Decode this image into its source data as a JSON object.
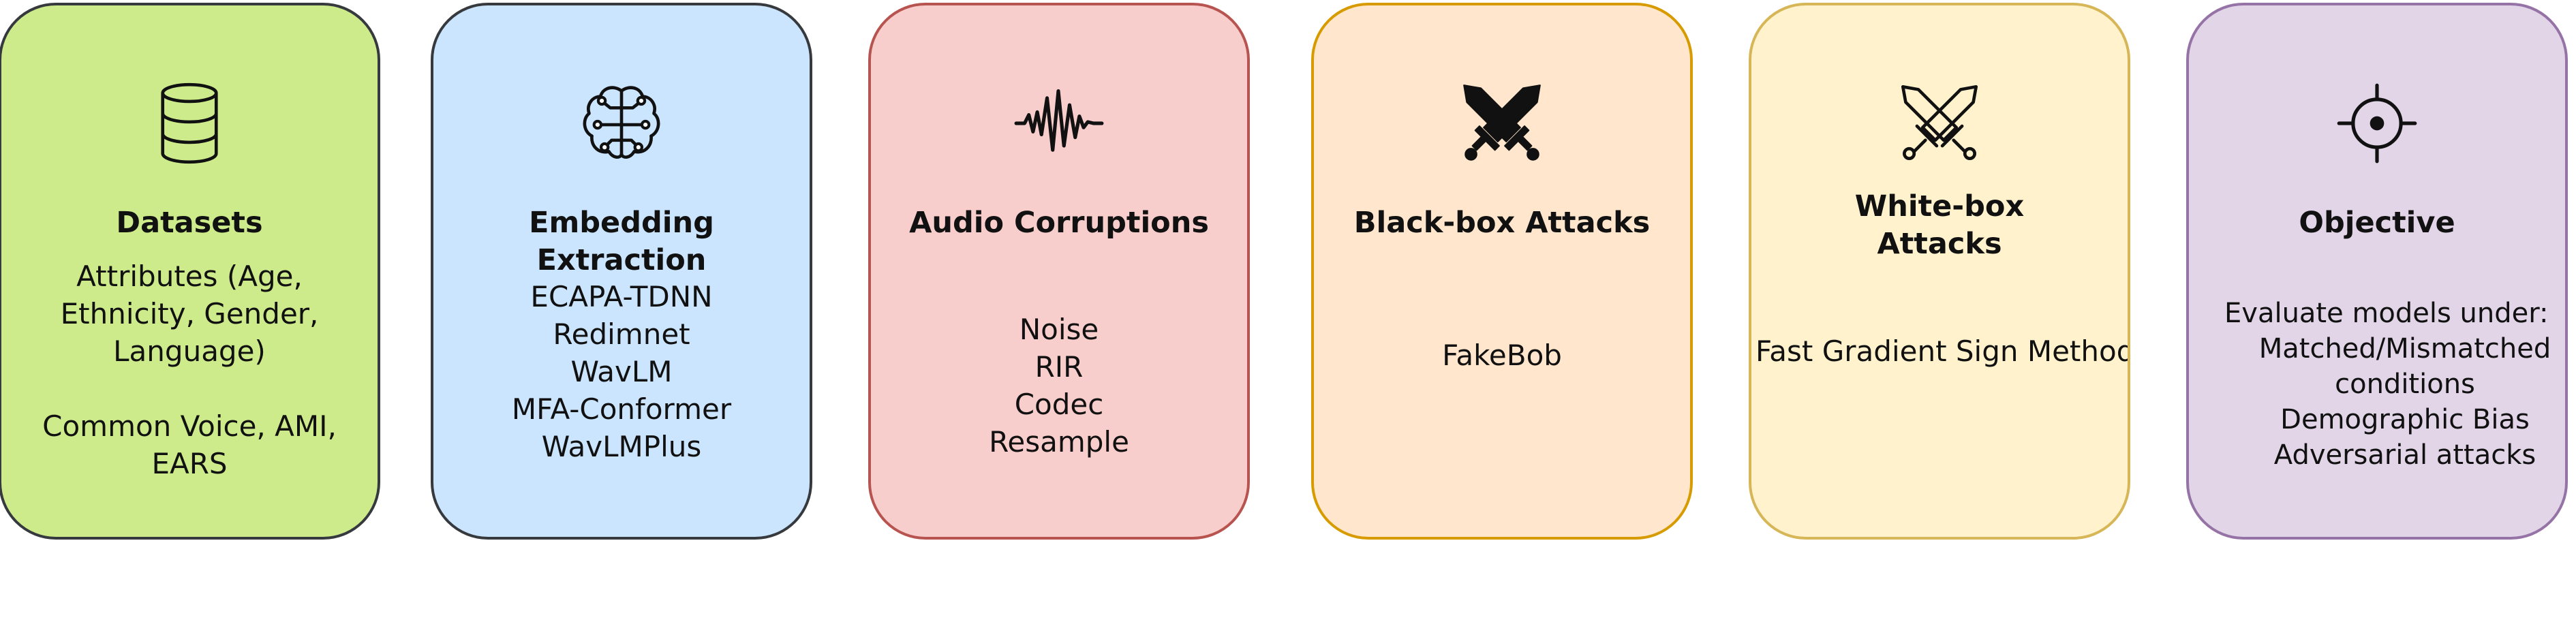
{
  "cards": [
    {
      "id": "datasets",
      "icon": "database-icon",
      "fill": "#cdeb8b",
      "stroke": "#36393d",
      "title": "Datasets",
      "attributes_lines": [
        "Attributes (Age,",
        "Ethnicity, Gender,",
        "Language)"
      ],
      "sources_lines": [
        "Common Voice, AMI,",
        "EARS"
      ]
    },
    {
      "id": "embedding",
      "icon": "brain-icon",
      "fill": "#cce5ff",
      "stroke": "#36393d",
      "title": "Embedding Extraction",
      "items": [
        "ECAPA-TDNN",
        "Redimnet",
        "WavLM",
        "MFA-Conformer",
        "WavLMPlus"
      ]
    },
    {
      "id": "corruptions",
      "icon": "waveform-icon",
      "fill": "#f8cecc",
      "stroke": "#b85450",
      "title": "Audio Corruptions",
      "items": [
        "Noise",
        "RIR",
        "Codec",
        "Resample"
      ]
    },
    {
      "id": "blackbox",
      "icon": "crossed-swords-icon",
      "fill": "#ffe6cc",
      "stroke": "#d79b00",
      "title": "Black-box Attacks",
      "items": [
        "FakeBob"
      ]
    },
    {
      "id": "whitebox",
      "icon": "crossed-swords-outline-icon",
      "fill": "#fff2cc",
      "stroke": "#d6b656",
      "title": "White-box Attacks",
      "items": [
        "Fast Gradient Sign Method"
      ]
    },
    {
      "id": "objective",
      "icon": "target-icon",
      "fill": "#e1d5e7",
      "stroke": "#9673a6",
      "title": "Objective",
      "intro": "Evaluate models under:",
      "items": [
        "Matched/Mismatched",
        "conditions",
        "Demographic Bias",
        "Adversarial attacks"
      ]
    }
  ]
}
